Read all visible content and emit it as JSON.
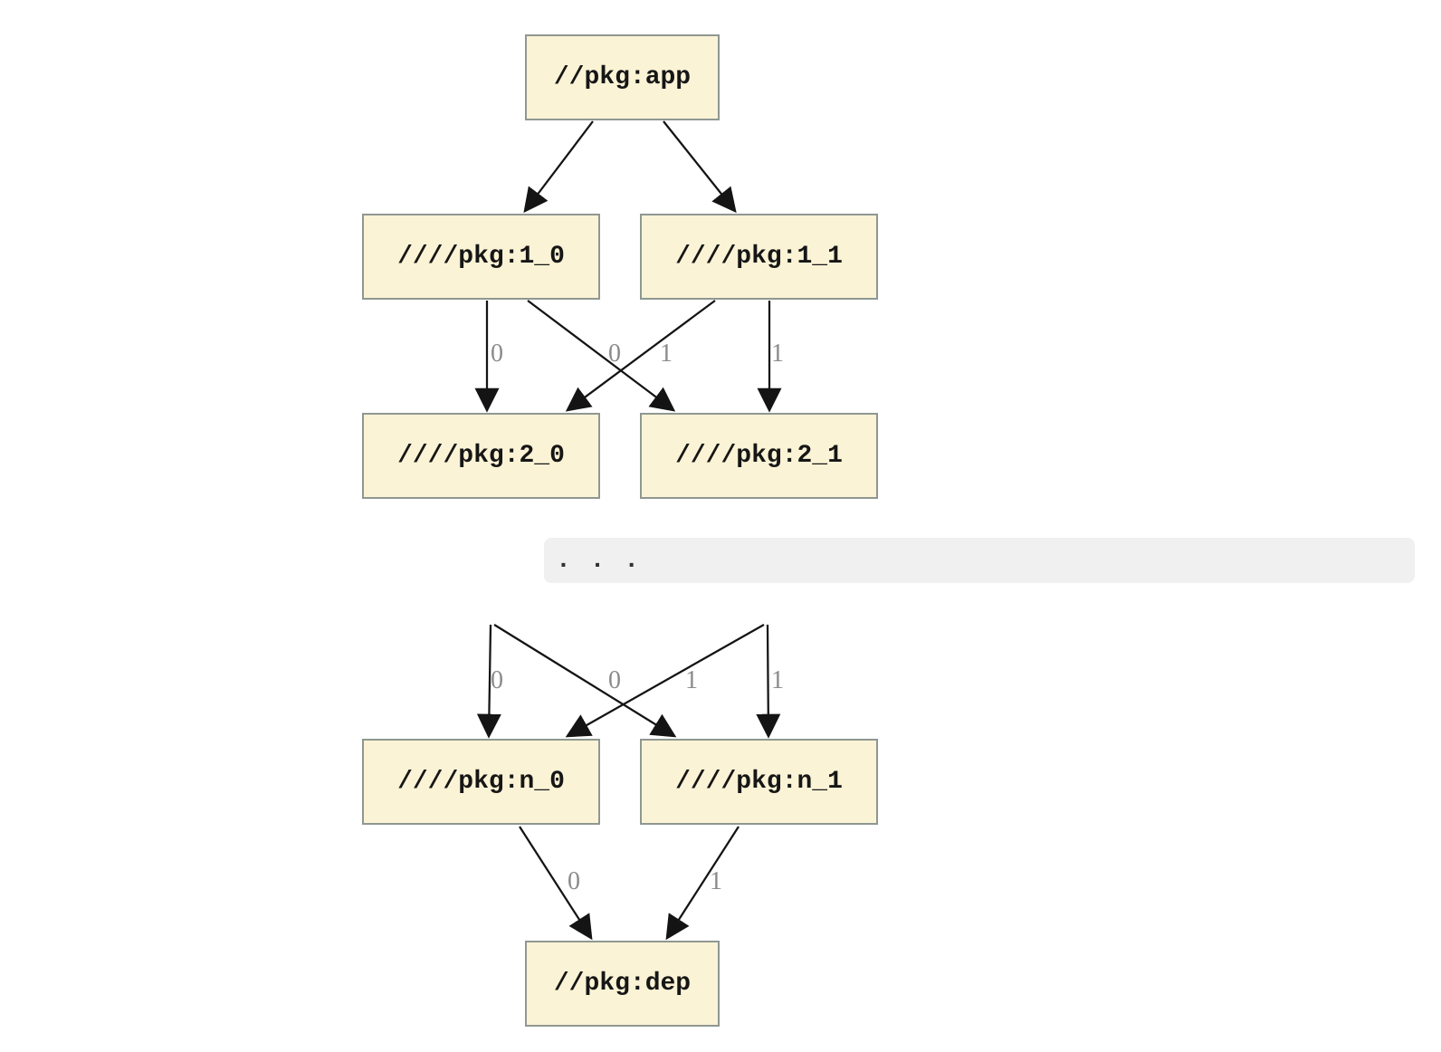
{
  "diagram": {
    "kind": "build-dependency-graph",
    "nodes": {
      "app": {
        "label": "//pkg:app"
      },
      "v1_0": {
        "label": "////pkg:1_0"
      },
      "v1_1": {
        "label": "////pkg:1_1"
      },
      "v2_0": {
        "label": "////pkg:2_0"
      },
      "v2_1": {
        "label": "////pkg:2_1"
      },
      "vn_0": {
        "label": "////pkg:n_0"
      },
      "vn_1": {
        "label": "////pkg:n_1"
      },
      "dep": {
        "label": "//pkg:dep"
      }
    },
    "ellipsis_text": ". . .",
    "edges": [
      {
        "from": "//pkg:app",
        "to": "////pkg:1_0",
        "label": ""
      },
      {
        "from": "//pkg:app",
        "to": "////pkg:1_1",
        "label": ""
      },
      {
        "from": "////pkg:1_0",
        "to": "////pkg:2_0",
        "label": "0"
      },
      {
        "from": "////pkg:1_0",
        "to": "////pkg:2_1",
        "label": "0"
      },
      {
        "from": "////pkg:1_1",
        "to": "////pkg:2_0",
        "label": "1"
      },
      {
        "from": "////pkg:1_1",
        "to": "////pkg:2_1",
        "label": "1"
      },
      {
        "from": ". . .",
        "to": "////pkg:n_0",
        "label": "0"
      },
      {
        "from": ". . .",
        "to": "////pkg:n_1",
        "label": "0"
      },
      {
        "from": ". . .",
        "to": "////pkg:n_0",
        "label": "1"
      },
      {
        "from": ". . .",
        "to": "////pkg:n_1",
        "label": "1"
      },
      {
        "from": "////pkg:n_0",
        "to": "//pkg:dep",
        "label": "0"
      },
      {
        "from": "////pkg:n_1",
        "to": "//pkg:dep",
        "label": "1"
      }
    ],
    "colors": {
      "node_fill": "#FBF3D5",
      "node_border": "#8F9792",
      "edge": "#141414",
      "edge_label": "#8B8B8B",
      "band_background": "#F0F0F0",
      "node_text": "#161616"
    }
  }
}
